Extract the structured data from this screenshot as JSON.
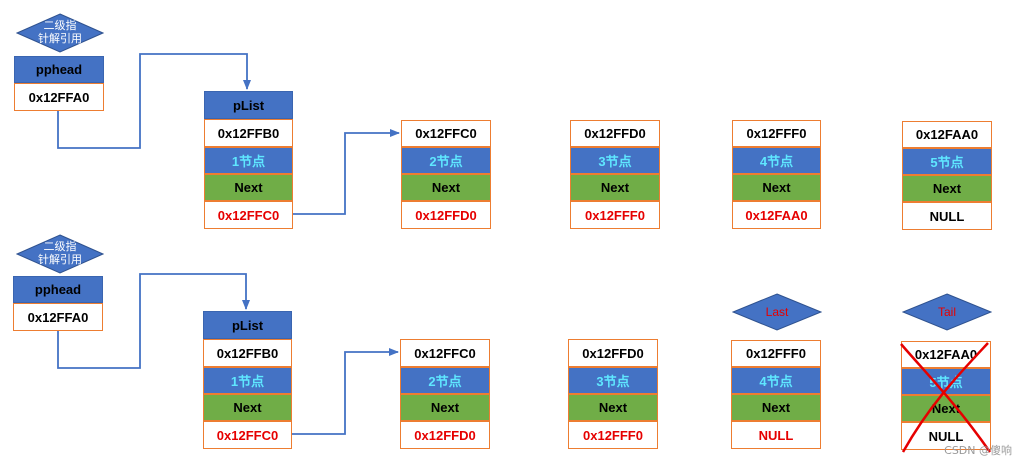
{
  "colors": {
    "accent_blue": "#4472C4",
    "border_orange": "#ED7D31",
    "value_cyan": "#5FE7FF",
    "next_green": "#70AD47",
    "pointer_red": "#E60000",
    "arrow_blue": "#4472C4",
    "cross_red": "#E60000"
  },
  "top": {
    "diamond": {
      "line1": "二级指",
      "line2": "针解引用"
    },
    "pphead": {
      "title": "pphead",
      "value": "0x12FFA0"
    },
    "plist_title": "pList",
    "nodes": [
      {
        "addr": "0x12FFB0",
        "val": "1节点",
        "next": "Next",
        "ptr": "0x12FFC0"
      },
      {
        "addr": "0x12FFC0",
        "val": "2节点",
        "next": "Next",
        "ptr": "0x12FFD0"
      },
      {
        "addr": "0x12FFD0",
        "val": "3节点",
        "next": "Next",
        "ptr": "0x12FFF0"
      },
      {
        "addr": "0x12FFF0",
        "val": "4节点",
        "next": "Next",
        "ptr": "0x12FAA0"
      },
      {
        "addr": "0x12FAA0",
        "val": "5节点",
        "next": "Next",
        "ptr": "NULL"
      }
    ]
  },
  "bottom": {
    "diamond": {
      "line1": "二级指",
      "line2": "针解引用"
    },
    "pphead": {
      "title": "pphead",
      "value": "0x12FFA0"
    },
    "plist_title": "pList",
    "last_label": "Last",
    "tail_label": "Tail",
    "nodes": [
      {
        "addr": "0x12FFB0",
        "val": "1节点",
        "next": "Next",
        "ptr": "0x12FFC0"
      },
      {
        "addr": "0x12FFC0",
        "val": "2节点",
        "next": "Next",
        "ptr": "0x12FFD0"
      },
      {
        "addr": "0x12FFD0",
        "val": "3节点",
        "next": "Next",
        "ptr": "0x12FFF0"
      },
      {
        "addr": "0x12FFF0",
        "val": "4节点",
        "next": "Next",
        "ptr": "NULL"
      },
      {
        "addr": "0x12FAA0",
        "val": "5节点",
        "next": "Next",
        "ptr": "NULL"
      }
    ]
  },
  "watermark": "CSDN @傻响"
}
